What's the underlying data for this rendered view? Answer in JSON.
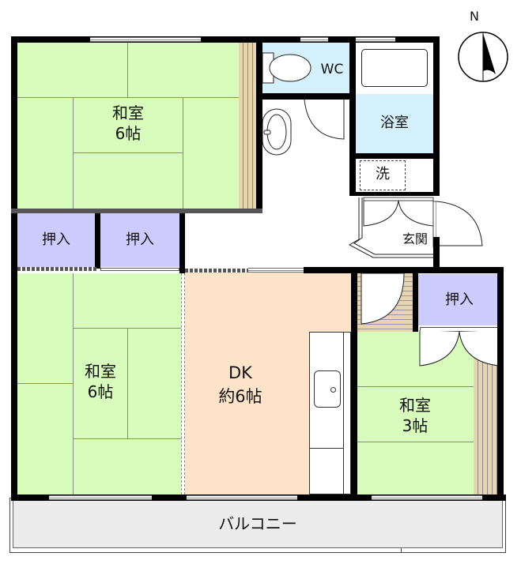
{
  "floor_plan": {
    "compass": {
      "label": "N"
    },
    "rooms": {
      "washitsu_top": {
        "name": "和室",
        "size": "6帖"
      },
      "washitsu_left": {
        "name": "和室",
        "size": "6帖"
      },
      "washitsu_right": {
        "name": "和室",
        "size": "3帖"
      },
      "dk": {
        "name": "DK",
        "size": "約6帖"
      },
      "wc": {
        "name": "WC"
      },
      "bath": {
        "name": "浴室"
      },
      "laundry": {
        "name": "洗"
      },
      "entrance": {
        "name": "玄関"
      },
      "closet_1": {
        "name": "押入"
      },
      "closet_2": {
        "name": "押入"
      },
      "closet_3": {
        "name": "押入"
      },
      "balcony": {
        "name": "バルコニー"
      }
    },
    "colors": {
      "tatami": "#d8fcbc",
      "closet": "#ccccff",
      "wet_area": "#d4f0fc",
      "dk_floor": "#fde3c8",
      "wood_floor": "#e8d5b0",
      "balcony": "#ececec",
      "wall": "#000000"
    }
  }
}
